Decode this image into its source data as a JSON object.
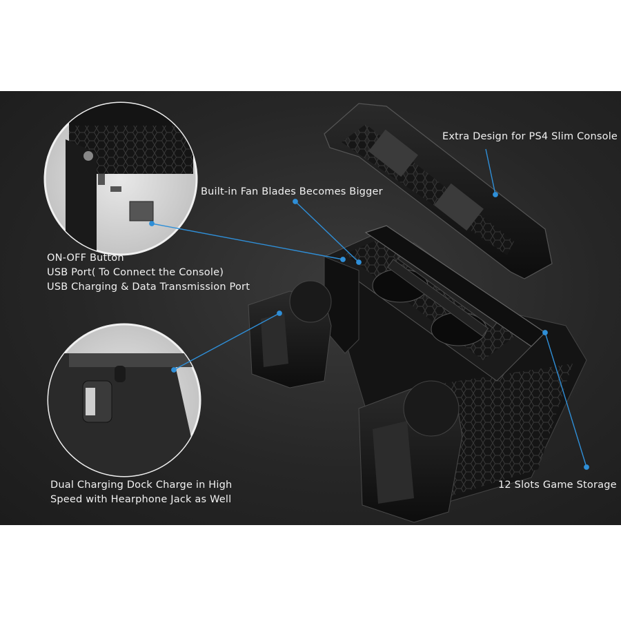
{
  "callouts": {
    "slim_console": "Extra Design for PS4 Slim Console",
    "fan_blades": "Built-in Fan Blades Becomes Bigger",
    "ports": [
      "ON-OFF Button",
      "USB Port( To Connect the Console)",
      "USB Charging & Data Transmission Port"
    ],
    "charging_dock": [
      "Dual Charging Dock Charge in High",
      "Speed with Hearphone Jack as Well"
    ],
    "game_storage": "12 Slots Game Storage"
  },
  "colors": {
    "panel_background": "#262626",
    "callout_line": "#2f8fd8",
    "label_text": "#f2f2f2"
  }
}
